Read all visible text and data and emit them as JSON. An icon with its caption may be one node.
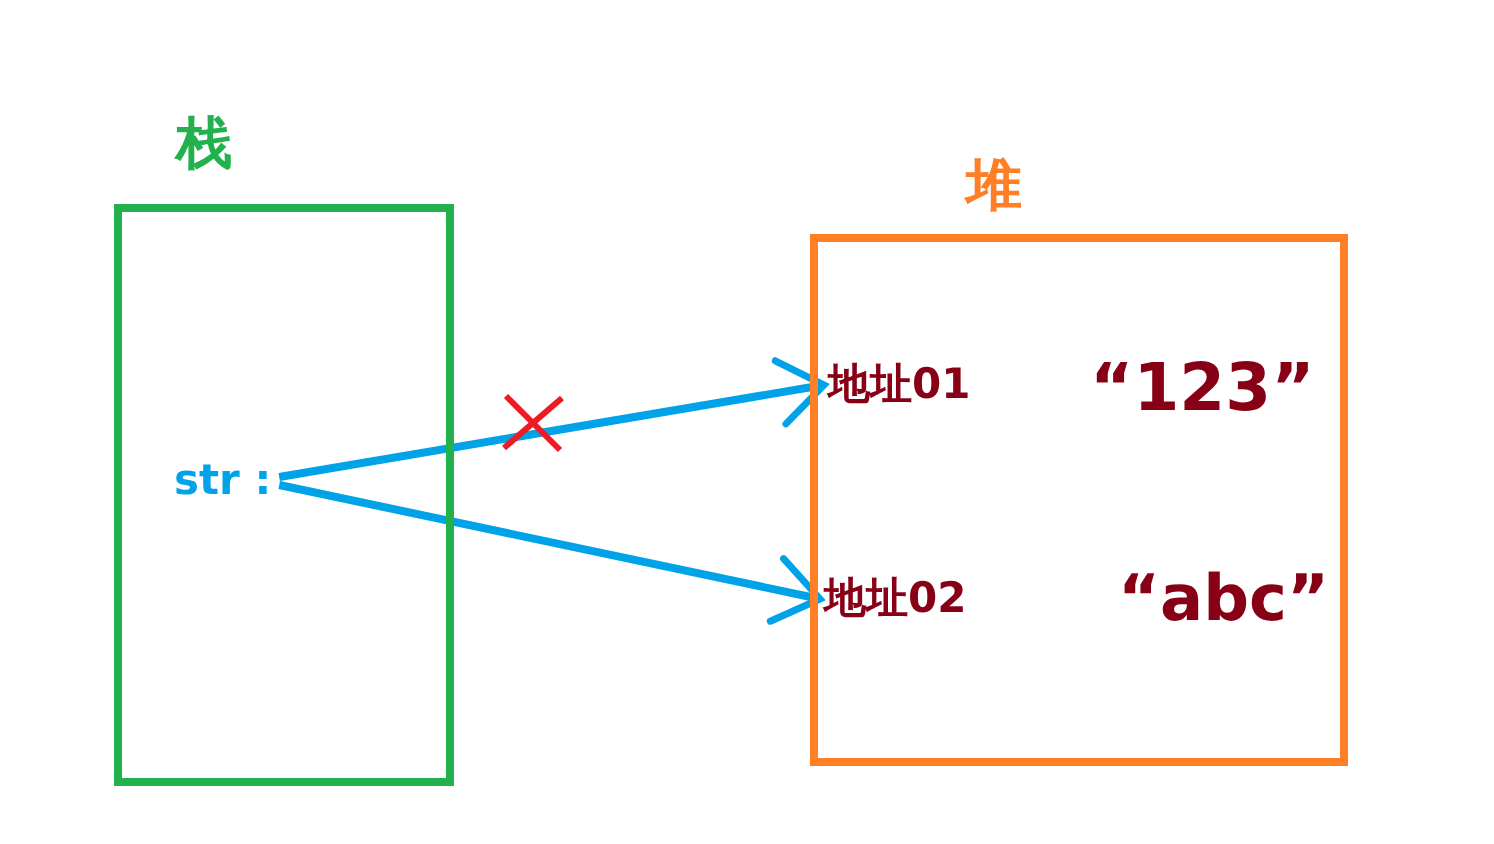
{
  "diagram": {
    "nodes": [
      {
        "text": [
          "栈"
        ]
      },
      {
        "text": [
          "堆"
        ]
      },
      {
        "text": [
          "str :"
        ],
        "in": 0
      },
      {
        "text": [
          "地址01"
        ],
        "in": 1
      },
      {
        "text": [
          "“123”"
        ],
        "in": 1
      },
      {
        "text": [
          "地址02"
        ],
        "in": 1
      },
      {
        "text": [
          "“abc”"
        ],
        "in": 1
      }
    ],
    "edges": [
      {
        "from": 2,
        "to": 3,
        "arrow": "to"
      },
      {
        "from": 2,
        "to": 5,
        "arrow": "to"
      }
    ]
  }
}
